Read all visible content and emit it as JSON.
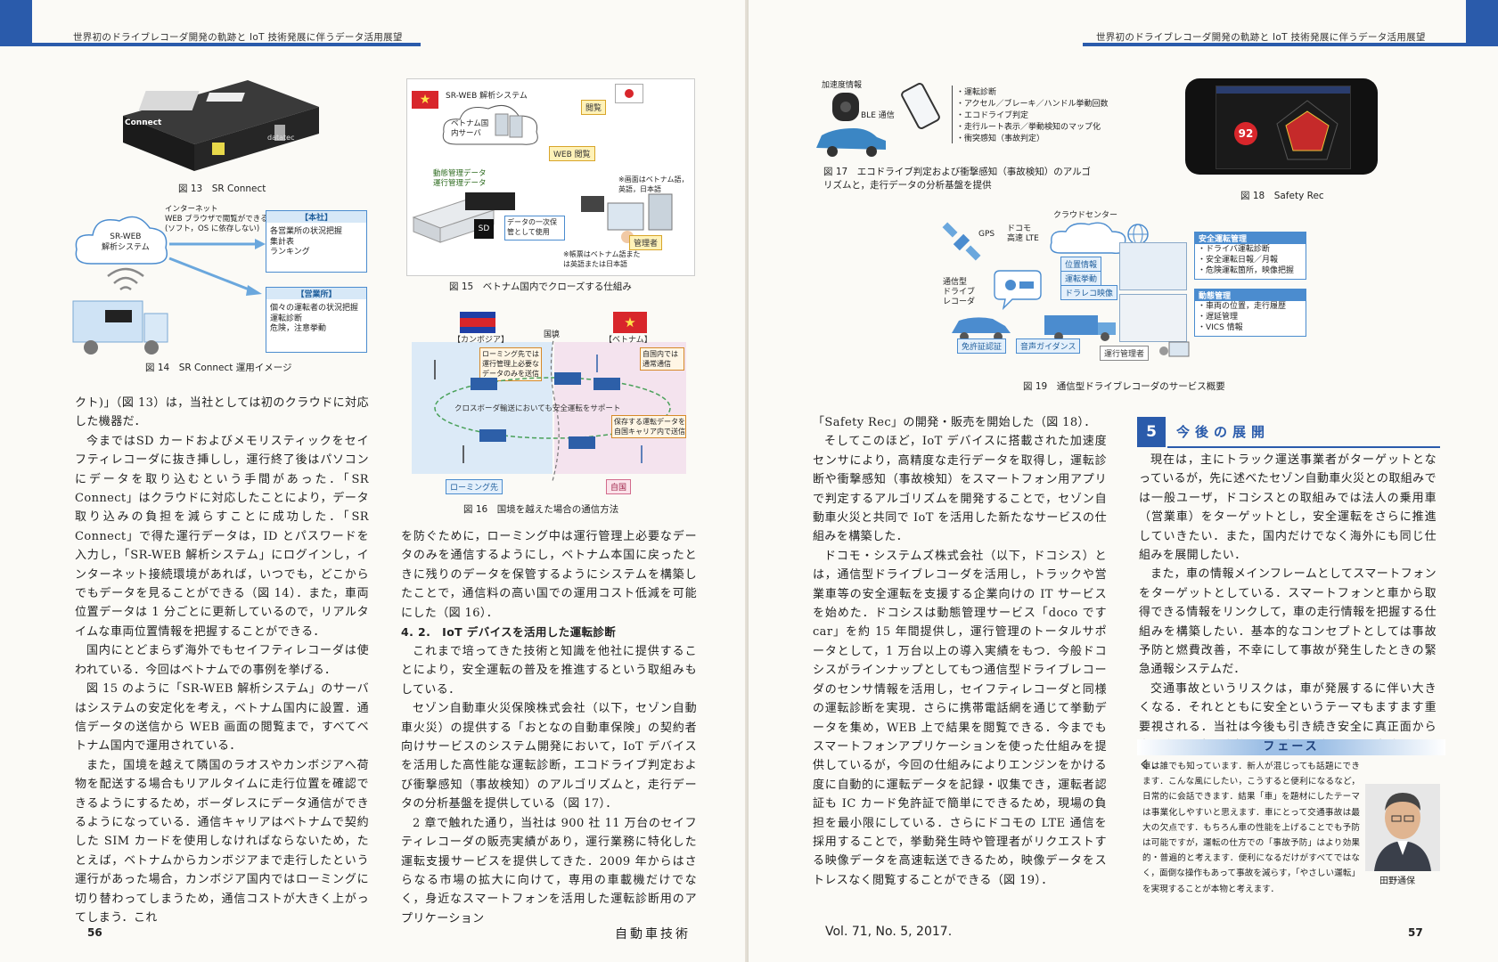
{
  "header": {
    "running_title_left": "世界初のドライブレコーダ開発の軌跡と IoT 技術発展に伴うデータ活用展望",
    "running_title_right": "世界初のドライブレコーダ開発の軌跡と IoT 技術発展に伴うデータ活用展望"
  },
  "figures": {
    "fig13": {
      "caption": "図 13　SR Connect",
      "device_label": "datatec",
      "device_brand": "Connect"
    },
    "fig14": {
      "caption": "図 14　SR Connect 運用イメージ",
      "cloud_label": "SR-WEB\n解析システム",
      "internet_note": "インターネット\nWEB ブラウザで閲覧ができる\n(ソフト，OS に依存しない)",
      "hq_title": "【本社】",
      "hq_line1": "各営業所の状況把握",
      "hq_line2": "集計表\nランキング",
      "branch_title": "【営業所】",
      "branch_line1": "個々の運転者の状況把握",
      "branch_line2": "運転診断\n危険，注意挙動"
    },
    "fig15": {
      "caption": "図 15　ベトナム国内でクローズする仕組み",
      "system_label": "SR-WEB 解析システム",
      "server_label": "ベトナム国\n内サーバ",
      "view_label": "閲覧",
      "web_view": "WEB 閲覧",
      "data_label": "動態管理データ\n運行管理データ",
      "sd_label": "SD",
      "temp_store": "データの一次保\n管として使用",
      "screen_note": "※画面はベトナム語，\n英語，日本語",
      "report_note": "※帳票はベトナム語また\nは英語または日本語",
      "manager_label": "管理者"
    },
    "fig16": {
      "caption": "図 16　国境を越えた場合の通信方法",
      "cambodia": "【カンボジア】",
      "vietnam": "【ベトナム】",
      "border": "国境",
      "roaming_note": "ローミング先では\n運行管理上必要な\nデータのみを送信",
      "home_note": "自国内では\n通常通信",
      "crossborder": "クロスボーダ輸送においても安全運転をサポート",
      "save_note": "保存する運転データを\n自国キャリア内で送信",
      "roaming_label": "ローミング先",
      "home_label": "自国"
    },
    "fig17": {
      "caption": "図 17　エコドライブ判定および衝撃感知（事故検知）のアルゴリズムと，走行データの分析基盤を提供",
      "accel_label": "加速度情報",
      "ble_label": "BLE 通信",
      "items": [
        "・運転診断",
        "・アクセル／ブレーキ／ハンドル挙動回数",
        "・エコドライブ判定",
        "・走行ルート表示／挙動検知のマップ化",
        "・衝突感知（事故判定）"
      ]
    },
    "fig18": {
      "caption": "図 18　Safety Rec",
      "score": "92"
    },
    "fig19": {
      "caption": "図 19　通信型ドライブレコーダのサービス概要",
      "cloud_center": "クラウドセンター",
      "gps": "GPS",
      "docomo": "ドコモ\n高速 LTE",
      "recorder": "通信型\nドライブ\nレコーダ",
      "tags": [
        "位置情報",
        "運転挙動",
        "ドラレコ映像"
      ],
      "license": "免許証認証",
      "voice": "音声ガイダンス",
      "manager": "運行管理者",
      "safety_title": "安全運転管理",
      "safety_items": [
        "・ドライバ運転診断",
        "・安全運転日報／月報",
        "・危険運転箇所，映像把握"
      ],
      "motion_title": "動態管理",
      "motion_items": [
        "・車両の位置，走行履歴",
        "・遅延管理",
        "・VICS 情報"
      ]
    }
  },
  "body": {
    "col1": [
      {
        "type": "noind",
        "text": "クト)」（図 13）は，当社としては初のクラウドに対応した機器だ．"
      },
      {
        "type": "p",
        "text": "今まではSD カードおよびメモリスティックをセイフティレコーダに抜き挿しし，運行終了後はパソコンにデータを取り込むという手間があった．「SR Connect」はクラウドに対応したことにより，データ取り込みの負担を減らすことに成功した．「SR Connect」で得た運行データは，ID とパスワードを入力し，「SR-WEB 解析システム」にログインし，インターネット接続環境があれば，いつでも，どこからでもデータを見ることができる（図 14）．また，車両位置データは 1 分ごとに更新しているので，リアルタイムな車両位置情報を把握することができる．"
      },
      {
        "type": "p",
        "text": "国内にとどまらず海外でもセイフティレコーダは使われている．今回はベトナムでの事例を挙げる．"
      },
      {
        "type": "p",
        "text": "図 15 のように「SR-WEB 解析システム」のサーバはシステムの安定化を考え，ベトナム国内に設置．通信データの送信から WEB 画面の閲覧まで，すべてベトナム国内で運用されている．"
      },
      {
        "type": "p",
        "text": "また，国境を越えて隣国のラオスやカンボジアへ荷物を配送する場合もリアルタイムに走行位置を確認できるようにするため，ボーダレスにデータ通信ができるようになっている．通信キャリアはベトナムで契約した SIM カードを使用しなければならないため，たとえば，ベトナムからカンボジアまで走行したという運行があった場合，カンボジア国内ではローミングに切り替わってしまうため，通信コストが大きく上がってしまう．これ"
      }
    ],
    "col2": [
      {
        "type": "noind",
        "text": "を防ぐために，ローミング中は運行管理上必要なデータのみを通信するようにし，ベトナム本国に戻ったときに残りのデータを保管するようにシステムを構築したことで，通信料の高い国での運用コスト低減を可能にした（図 16）．"
      },
      {
        "type": "sub",
        "text": "4. 2.　IoT デバイスを活用した運転診断"
      },
      {
        "type": "p",
        "text": "これまで培ってきた技術と知識を他社に提供することにより，安全運転の普及を推進するという取組みもしている．"
      },
      {
        "type": "p",
        "text": "セゾン自動車火災保険株式会社（以下，セゾン自動車火災）の提供する「おとなの自動車保険」の契約者向けサービスのシステム開発において，IoT デバイスを活用した高性能な運転診断，エコドライブ判定および衝撃感知（事故検知）のアルゴリズムと，走行データの分析基盤を提供している（図 17）．"
      },
      {
        "type": "p",
        "text": "2 章で触れた通り，当社は 900 社 11 万台のセイフティレコーダの販売実績があり，運行業務に特化した運転支援サービスを提供してきた．2009 年からはさらなる市場の拡大に向けて，専用の車載機だけでなく，身近なスマートフォンを活用した運転診断用のアプリケーション"
      }
    ],
    "col3": [
      {
        "type": "noind",
        "text": "「Safety Rec」の開発・販売を開始した（図 18）．"
      },
      {
        "type": "p",
        "text": "そしてこのほど，IoT デバイスに搭載された加速度センサにより，高精度な走行データを取得し，運転診断や衝撃感知（事故検知）をスマートフォン用アプリで判定するアルゴリズムを開発することで，セゾン自動車火災と共同で IoT を活用した新たなサービスの仕組みを構築した．"
      },
      {
        "type": "p",
        "text": "ドコモ・システムズ株式会社（以下，ドコシス）とは，通信型ドライブレコーダを活用し，トラックや営業車等の安全運転を支援する企業向けの IT サービスを始めた．ドコシスは動態管理サービス「doco です car」を約 15 年間提供し，運行管理のトータルサポータとして，1 万台以上の導入実績をもつ．今般ドコシスがラインナップとしてもつ通信型ドライブレコーダのセンサ情報を活用し，セイフティレコーダと同様の運転診断を実現．さらに携帯電話網を通じて挙動データを集め，WEB 上で結果を閲覧できる．今までもスマートフォンアプリケーションを使った仕組みを提供しているが，今回の仕組みによりエンジンをかける度に自動的に運転データを記録・収集でき，運転者認証も IC カード免許証で簡単にできるため，現場の負担を最小限にしている．さらにドコモの LTE 通信を採用することで，挙動発生時や管理者がリクエストする映像データを高速転送できるため，映像データをストレスなく閲覧することができる（図 19）．"
      }
    ],
    "section5": {
      "number": "5",
      "title": "今後の展開"
    },
    "col4": [
      {
        "type": "p",
        "text": "現在は，主にトラック運送事業者がターゲットとなっているが，先に述べたセゾン自動車火災との取組みでは一般ユーザ，ドコシスとの取組みでは法人の乗用車（営業車）をターゲットとし，安全運転をさらに推進していきたい．また，国内だけでなく海外にも同じ仕組みを展開したい．"
      },
      {
        "type": "p",
        "text": "また，車の情報メインフレームとしてスマートフォンをターゲットとしている．スマートフォンと車から取得できる情報をリンクして，車の走行情報を把握する仕組みを構築したい．基本的なコンセプトとしては事故予防と燃費改善，不幸にして事故が発生したときの緊急通報システムだ．"
      },
      {
        "type": "p",
        "text": "交通事故というリスクは，車が発展するに伴い大きくなる．それとともに安全というテーマもますます重要視される．当社は今後も引き続き安全に真正面から向き合い，交通事故のない未来を実現すべく努力していく．"
      }
    ]
  },
  "face": {
    "title": "フェース",
    "text": "車は誰でも知っています．新人が混じっても話題にできます．こんな風にしたい，こうすると便利になるなど，日常的に会話できます．結果「車」を題材にしたテーマは事業化しやすいと思えます．車にとって交通事故は最大の欠点です．もちろん車の性能を上げることでも予防は可能ですが，運転の仕方での「事故予防」はより効果的・普遍的と考えます．便利になるだけがすべてではなく，面倒な操作もあって事故を減らす，「やさしい運転」を実現することが本物と考えます．",
    "name": "田野通保"
  },
  "footer": {
    "page_left": "56",
    "journal": "自動車技術",
    "volume": "Vol. 71, No. 5, 2017.",
    "page_right": "57"
  }
}
